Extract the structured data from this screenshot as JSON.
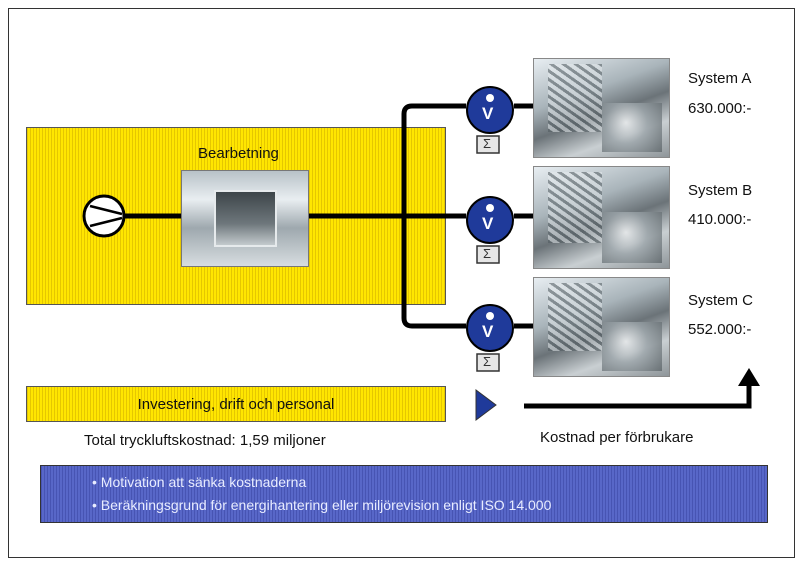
{
  "process": {
    "title": "Bearbetning"
  },
  "systems": [
    {
      "name": "System A",
      "cost": "630.000:-"
    },
    {
      "name": "System B",
      "cost": "410.000:-"
    },
    {
      "name": "System C",
      "cost": "552.000:-"
    }
  ],
  "meter": {
    "letter": "V",
    "sum_symbol": "Σ"
  },
  "investment": {
    "label": "Investering, drift och personal"
  },
  "total": {
    "label": "Total tryckluftskostnad: 1,59 miljoner"
  },
  "per_consumer": {
    "label": "Kostnad per förbrukare"
  },
  "notes": [
    "• Motivation att sänka kostnaderna",
    "• Beräkningsgrund för energihantering eller miljörevision enligt ISO 14.000"
  ],
  "colors": {
    "yellow": "#ffe600",
    "meter_blue": "#1f3a9a",
    "note_blue": "#5867c8",
    "arrow_red": "#e02020"
  }
}
